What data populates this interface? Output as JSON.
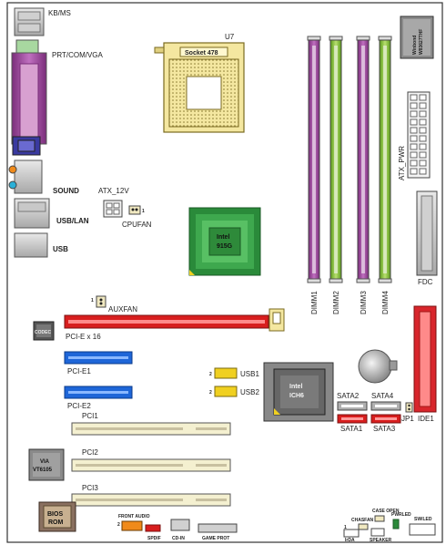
{
  "labels": {
    "kbms": "KB/MS",
    "prt_com_vga": "PRT/COM/VGA",
    "sound": "SOUND",
    "usb_lan": "USB/LAN",
    "usb": "USB",
    "socket": "Socket 478",
    "u7": "U7",
    "atx_12v": "ATX_12V",
    "cpufan": "CPUFAN",
    "intel_915g_l1": "Intel",
    "intel_915g_l2": "915G",
    "winbond_l1": "Winbond",
    "winbond_l2": "W83627THF",
    "atx_pwr": "ATX_PWR",
    "fdc": "FDC",
    "dimm1": "DIMM1",
    "dimm2": "DIMM2",
    "dimm3": "DIMM3",
    "dimm4": "DIMM4",
    "auxfan": "AUXFAN",
    "codec": "CODEC",
    "pcie_x16": "PCI-E x 16",
    "pcie1": "PCI-E1",
    "pcie2": "PCI-E2",
    "usb1": "USB1",
    "usb2": "USB2",
    "ich6_l1": "Intel",
    "ich6_l2": "ICH6",
    "sata2": "SATA2",
    "sata4": "SATA4",
    "sata1": "SATA1",
    "sata3": "SATA3",
    "jp1": "JP1",
    "ide1": "IDE1",
    "pci1": "PCI1",
    "pci2": "PCI2",
    "pci3": "PCI3",
    "via_l1": "VIA",
    "via_l2": "VT6105",
    "bios_l1": "BIOS",
    "bios_l2": "ROM",
    "front_audio": "FRONT AUDIO",
    "spdif": "SPDIF",
    "cdin": "CD-IN",
    "game_port": "GAME PROT",
    "case_open": "CASE OPEN",
    "pwrled": "PWRLED",
    "chasfan": "CHASFAN",
    "irda": "IrDA",
    "speaker": "SPEAKER",
    "sw_led": "SW/LED",
    "pin1": "1",
    "pin2": "2"
  },
  "colors": {
    "dimm_purple": "#8e3b8e",
    "dimm_green": "#7db82f",
    "pcie_red": "#d81e1e",
    "pcie_blue": "#1e66d8",
    "io_purple": "#b02aa0",
    "chipset_green": "#2a8a3a",
    "ide_red": "#d8262c",
    "usb_yellow": "#f0d020"
  }
}
